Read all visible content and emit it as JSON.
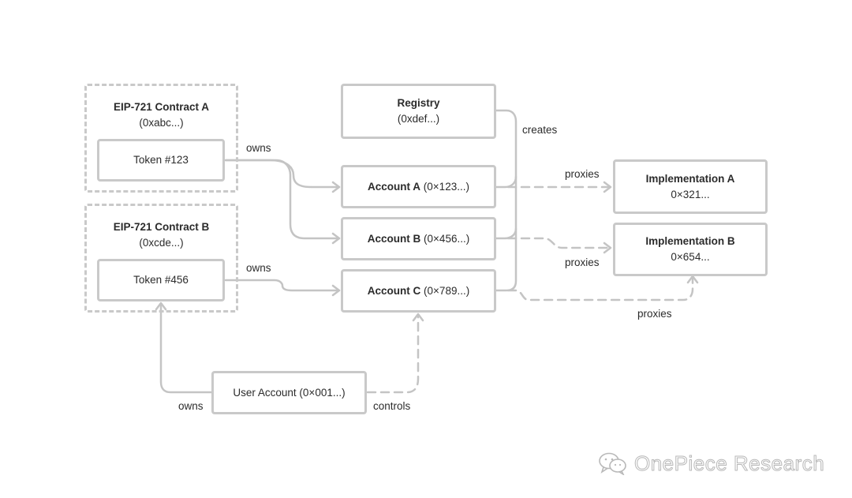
{
  "contract_a": {
    "title": "EIP-721 Contract A",
    "address": "(0xabc...)",
    "token": "Token #123"
  },
  "contract_b": {
    "title": "EIP-721 Contract B",
    "address": "(0xcde...)",
    "token": "Token #456"
  },
  "registry": {
    "title": "Registry",
    "address": "(0xdef...)"
  },
  "account_a": {
    "name": "Account A",
    "address": "(0×123...)"
  },
  "account_b": {
    "name": "Account B",
    "address": "(0×456...)"
  },
  "account_c": {
    "name": "Account C",
    "address": "(0×789...)"
  },
  "impl_a": {
    "title": "Implementation A",
    "address": "0×321..."
  },
  "impl_b": {
    "title": "Implementation B",
    "address": "0×654..."
  },
  "user_account": {
    "label": "User Account (0×001...)"
  },
  "labels": {
    "owns_a": "owns",
    "owns_b": "owns",
    "owns_user": "owns",
    "creates": "creates",
    "proxies_a": "proxies",
    "proxies_b": "proxies",
    "proxies_c": "proxies",
    "controls": "controls"
  },
  "watermark": {
    "text": "OnePiece Research",
    "icon": "wechat-icon"
  },
  "colors": {
    "line": "#c4c4c4",
    "border": "#c9c9c9",
    "text": "#2b2b2b"
  }
}
